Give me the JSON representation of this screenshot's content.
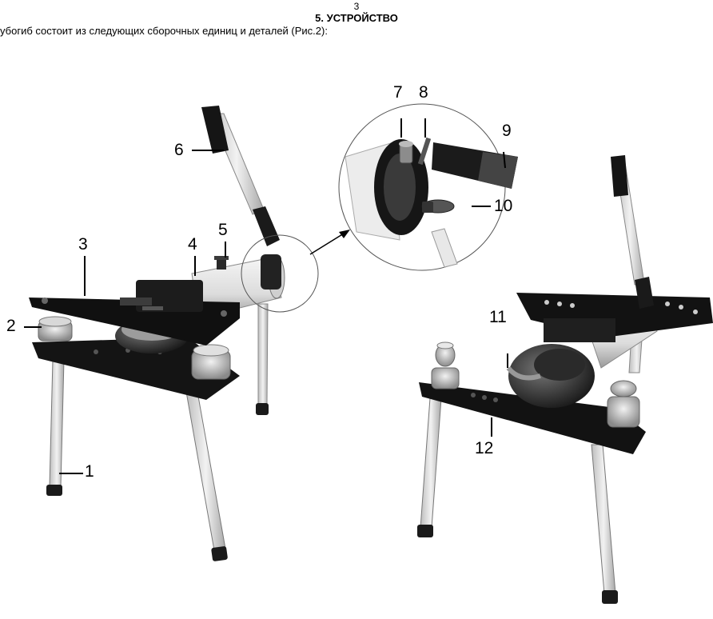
{
  "header": {
    "page_number": "3",
    "section_title": "5. УСТРОЙСТВО",
    "intro_text": "убогиб состоит из следующих сборочных единиц и деталей (Рис.2):"
  },
  "figure": {
    "callouts": [
      "1",
      "2",
      "3",
      "4",
      "5",
      "6",
      "7",
      "8",
      "9",
      "10",
      "11",
      "12"
    ]
  }
}
